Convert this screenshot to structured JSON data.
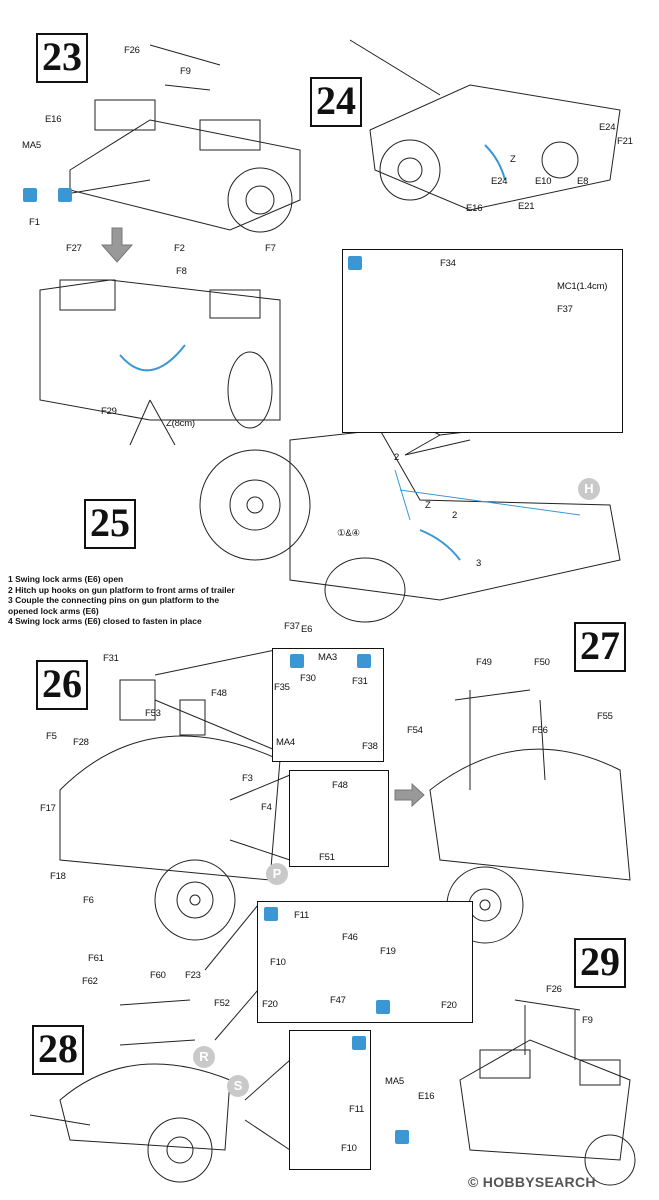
{
  "steps": [
    "23",
    "24",
    "25",
    "26",
    "27",
    "28",
    "29"
  ],
  "labels": {
    "s23": [
      "F26",
      "F9",
      "E16",
      "MA5",
      "F1",
      "F27",
      "F2",
      "F7",
      "F8",
      "F29",
      "Z(8cm)"
    ],
    "s24": [
      "E24",
      "F21",
      "Z",
      "E24",
      "E10",
      "E8",
      "E16",
      "E21"
    ],
    "s25_inset": [
      "F34",
      "MC1(1.4cm)",
      "F37"
    ],
    "s25": [
      "2",
      "Z",
      "2",
      "①&④",
      "3",
      "F37",
      "E6"
    ],
    "s26": [
      "F31",
      "MA3",
      "F30",
      "F31",
      "F35",
      "MA4",
      "F38",
      "F53",
      "F48",
      "F5",
      "F28",
      "F3",
      "F17",
      "F4",
      "F48",
      "F51",
      "F18",
      "F6"
    ],
    "s27": [
      "F49",
      "F50",
      "F54",
      "F56",
      "F55"
    ],
    "s26b": [
      "F11",
      "F46",
      "F19",
      "F10",
      "F20",
      "F47",
      "F20"
    ],
    "s28": [
      "F61",
      "F62",
      "F60",
      "F23",
      "F52",
      "F11",
      "F10"
    ],
    "s29": [
      "F26",
      "F9",
      "MA5",
      "E16"
    ]
  },
  "instructions": [
    "1  Swing lock arms (E6) open",
    "2  Hitch up hooks on gun platform to front arms of trailer",
    "3  Couple the connecting pins on gun platform to the",
    "    opened lock arms (E6)",
    "4  Swing lock arms (E6) closed to fasten in place"
  ],
  "markers": [
    "H",
    "P",
    "R",
    "S"
  ],
  "watermark": "© HOBBYSEARCH"
}
